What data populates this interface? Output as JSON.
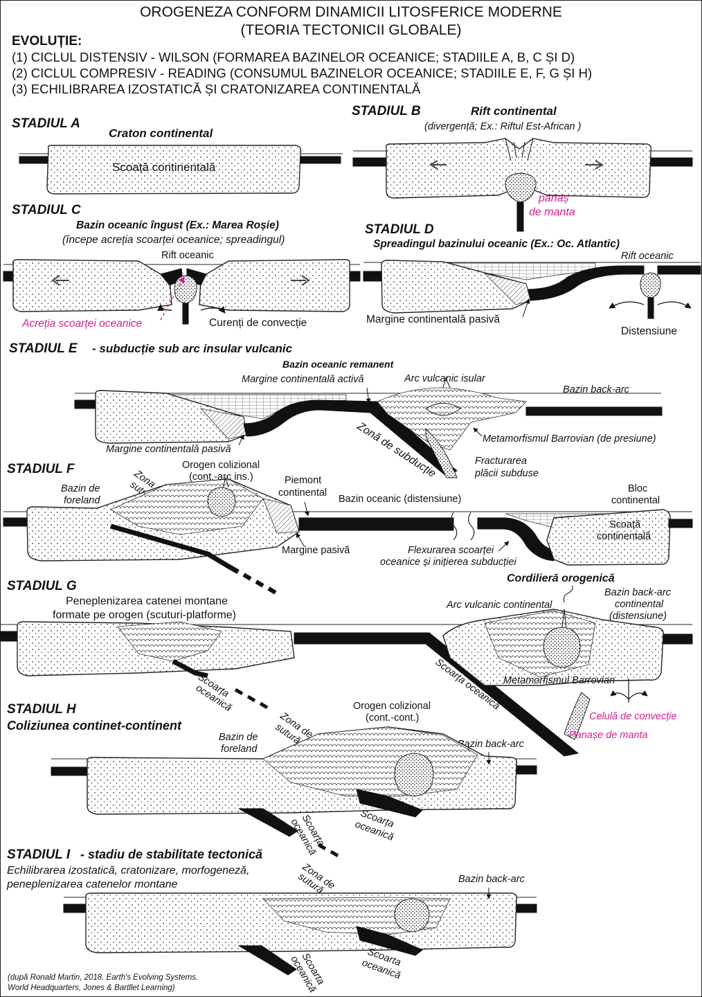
{
  "header": {
    "title_line1": "OROGENEZA CONFORM DINAMICII LITOSFERICE MODERNE",
    "title_line2": "(TEORIA TECTONICII GLOBALE)",
    "evolution_heading": "EVOLUȚIE:",
    "evolution_items": [
      "(1) CICLUL DISTENSIV - WILSON (FORMAREA BAZINELOR OCEANICE; STADIILE A, B, C ȘI D)",
      "(2) CICLUL COMPRESIV - READING (CONSUMUL BAZINELOR OCEANICE; STADIILE E, F, G ȘI H)",
      "(3) ECHILIBRAREA IZOSTATICĂ ȘI CRATONIZAREA CONTINENTALĂ"
    ]
  },
  "stages": {
    "a": {
      "name": "STADIUL A",
      "subtitle": "Craton continental",
      "labels": [
        "Scoață continentală"
      ]
    },
    "b": {
      "name": "STADIUL B",
      "subtitle": "Rift continental",
      "note": "(divergență; Ex.: Riftul Est-African )",
      "labels": [
        "panaș",
        "de manta"
      ]
    },
    "c": {
      "name": "STADIUL C",
      "subtitle": "Bazin oceanic îngust (Ex.: Marea Roșie)",
      "note": "(începe acreția scoarței oceanice; spreadingul)",
      "labels": [
        "Rift oceanic",
        "Acreția scoarței oceanice",
        "Curenți de convecție"
      ]
    },
    "d": {
      "name": "STADIUL D",
      "subtitle": "Spreadingul bazinului oceanic (Ex.: Oc. Atlantic)",
      "labels": [
        "Rift oceanic",
        "Margine continentală pasivă",
        "Distensiune"
      ]
    },
    "e": {
      "name": "STADIUL E",
      "subtitle": "- subducție sub arc insular vulcanic",
      "labels": [
        "Bazin oceanic remanent",
        "Margine continentală activă",
        "Arc vulcanic isular",
        "Bazin back-arc",
        "Margine continentală pasivă",
        "Zonă de subducție",
        "Metamorfismul Barrovian (de presiune)",
        "Fracturarea",
        "plăcii subduse"
      ]
    },
    "f": {
      "name": "STADIUL F",
      "labels": [
        "Bazin de",
        "foreland",
        "Zona de",
        "sutură",
        "Orogen colizional",
        "(cont.-arc ins.)",
        "Piemont",
        "continental",
        "Bazin oceanic (distensiune)",
        "Bloc",
        "continental",
        "Scoață",
        "continentală",
        "Margine pasivă",
        "Flexurarea scoarței",
        "oceanice și inițierea subducției"
      ]
    },
    "g": {
      "name": "STADIUL G",
      "note_line1": "Peneplenizarea catenei montane",
      "note_line2": "formate pe orogen (scuturi-platforme)",
      "labels": [
        "Cordilieră orogenică",
        "Arc vulcanic continental",
        "Bazin back-arc",
        "continental",
        "(distensiune)",
        "Scoarța",
        "oceanică",
        "Scoarța oceanică",
        "Metamorfismul Barrovian",
        "Celulă de convecție",
        "Panașe de manta"
      ]
    },
    "h": {
      "name": "STADIUL H",
      "subtitle": "Coliziunea continet-continent",
      "labels": [
        "Orogen colizional",
        "(cont.-cont.)",
        "Bazin de",
        "foreland",
        "Zona de",
        "sutură",
        "Bazin back-arc",
        "Scoarța",
        "oceanică",
        "Scoarța",
        "oceanică"
      ]
    },
    "i": {
      "name": "STADIUL I",
      "subtitle": "- stadiu de stabilitate tectonică",
      "note_line1": "Echilibrarea izostatică, cratonizare, morfogeneză,",
      "note_line2": "peneplenizarea catenelor montane",
      "labels": [
        "Zona de",
        "sutură",
        "Bazin back-arc",
        "Scoarta",
        "oceanică",
        "Scoarta",
        "oceanică"
      ]
    }
  },
  "credit": {
    "line1": "(după Ronald Martin, 2018. Earth's Evolving Systems.",
    "line2": "World Headquarters, Jones & Bartllet Learning)"
  },
  "colors": {
    "accent_magenta": "#d21f8c",
    "ink": "#111111",
    "background": "#ffffff"
  }
}
